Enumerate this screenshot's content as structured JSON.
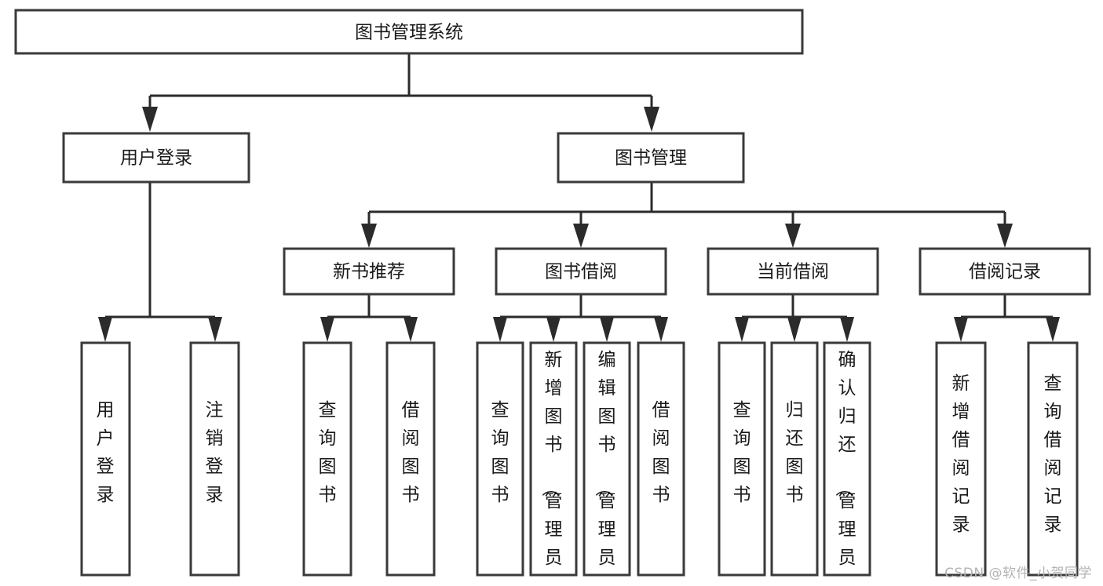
{
  "diagram": {
    "type": "tree-hierarchy",
    "title": "图书管理系统",
    "watermark": "CSDN @软件_小贺同学",
    "colors": {
      "box_stroke": "#3a3a3a",
      "connector": "#2b2b2b",
      "box_fill": "#ffffff",
      "text": "#1a1a1a",
      "watermark": "#b4b4b4",
      "background": "#ffffff"
    },
    "root": {
      "id": "root",
      "label": "图书管理系统"
    },
    "level2": [
      {
        "id": "user-login",
        "label": "用户登录"
      },
      {
        "id": "book-management",
        "label": "图书管理"
      }
    ],
    "level3": [
      {
        "id": "new-book-recommend",
        "label": "新书推荐",
        "parent": "book-management"
      },
      {
        "id": "book-borrow",
        "label": "图书借阅",
        "parent": "book-management"
      },
      {
        "id": "current-borrow",
        "label": "当前借阅",
        "parent": "book-management"
      },
      {
        "id": "borrow-record",
        "label": "借阅记录",
        "parent": "book-management"
      }
    ],
    "leaves": [
      {
        "id": "leaf-user-login",
        "label": "用户登录",
        "parent": "user-login"
      },
      {
        "id": "leaf-logout",
        "label": "注销登录",
        "parent": "user-login"
      },
      {
        "id": "leaf-query-book-1",
        "label": "查询图书",
        "parent": "new-book-recommend"
      },
      {
        "id": "leaf-borrow-book-1",
        "label": "借阅图书",
        "parent": "new-book-recommend"
      },
      {
        "id": "leaf-query-book-2",
        "label": "查询图书",
        "parent": "book-borrow"
      },
      {
        "id": "leaf-add-book",
        "label": "新增图书（管理员）",
        "parent": "book-borrow"
      },
      {
        "id": "leaf-edit-book",
        "label": "编辑图书（管理员）",
        "parent": "book-borrow"
      },
      {
        "id": "leaf-borrow-book-2",
        "label": "借阅图书",
        "parent": "book-borrow"
      },
      {
        "id": "leaf-query-book-3",
        "label": "查询图书",
        "parent": "current-borrow"
      },
      {
        "id": "leaf-return-book",
        "label": "归还图书",
        "parent": "current-borrow"
      },
      {
        "id": "leaf-confirm-return",
        "label": "确认归还（管理员）",
        "parent": "current-borrow"
      },
      {
        "id": "leaf-add-record",
        "label": "新增借阅记录",
        "parent": "borrow-record"
      },
      {
        "id": "leaf-query-record",
        "label": "查询借阅记录",
        "parent": "borrow-record"
      }
    ]
  }
}
